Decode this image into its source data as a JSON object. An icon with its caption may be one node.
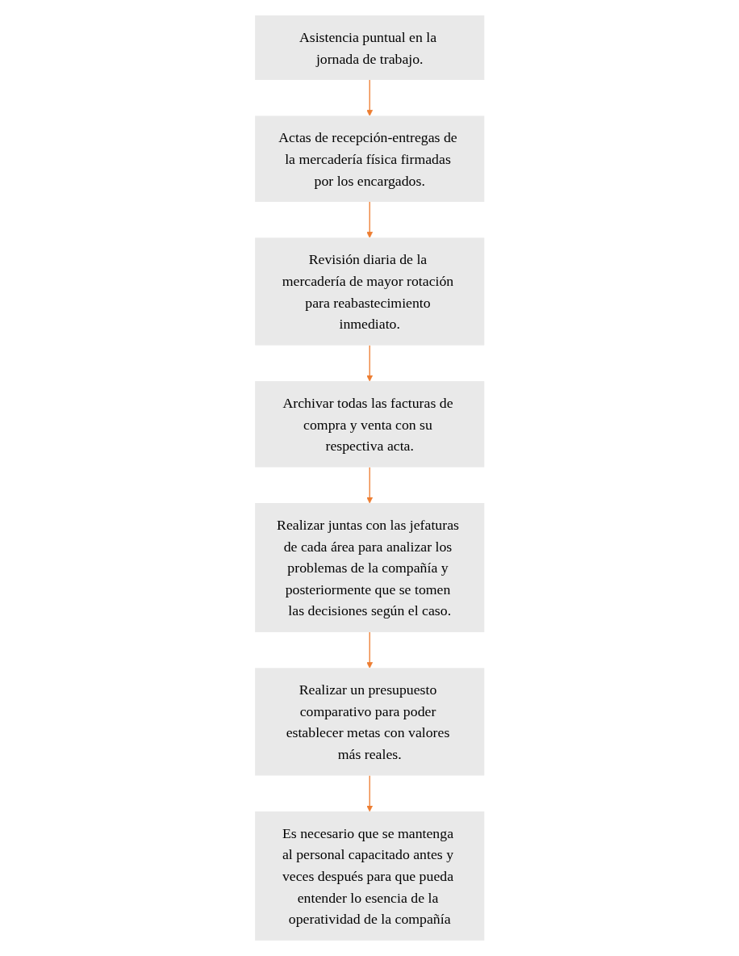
{
  "diagram": {
    "nodes": [
      {
        "text": [
          "Asistencia puntual en la jornada de trabajo."
        ]
      },
      {
        "text": [
          "Actas de recepción-entregas de la mercadería física firmadas por los encargados."
        ]
      },
      {
        "text": [
          "Revisión diaria de la mercadería de mayor rotación para reabastecimiento inmediato."
        ]
      },
      {
        "text": [
          "Archivar todas las facturas de compra y venta con su respectiva acta."
        ]
      },
      {
        "text": [
          "Realizar juntas con las jefaturas de cada área para analizar los problemas de la compañía y posteriormente que se tomen las decisiones según el caso."
        ]
      },
      {
        "text": [
          "Realizar un presupuesto comparativo para poder establecer metas con valores más reales."
        ]
      },
      {
        "text": [
          "Es necesario que se mantenga al personal capacitado antes y veces después para que pueda entender lo esencia de la operatividad de la compañía"
        ]
      }
    ],
    "edges": [
      {
        "from": 0,
        "to": 1,
        "arrow": "to"
      },
      {
        "from": 1,
        "to": 2,
        "arrow": "to"
      },
      {
        "from": 2,
        "to": 3,
        "arrow": "to"
      },
      {
        "from": 3,
        "to": 4,
        "arrow": "to"
      },
      {
        "from": 4,
        "to": 5,
        "arrow": "to"
      },
      {
        "from": 5,
        "to": 6,
        "arrow": "to"
      }
    ]
  }
}
